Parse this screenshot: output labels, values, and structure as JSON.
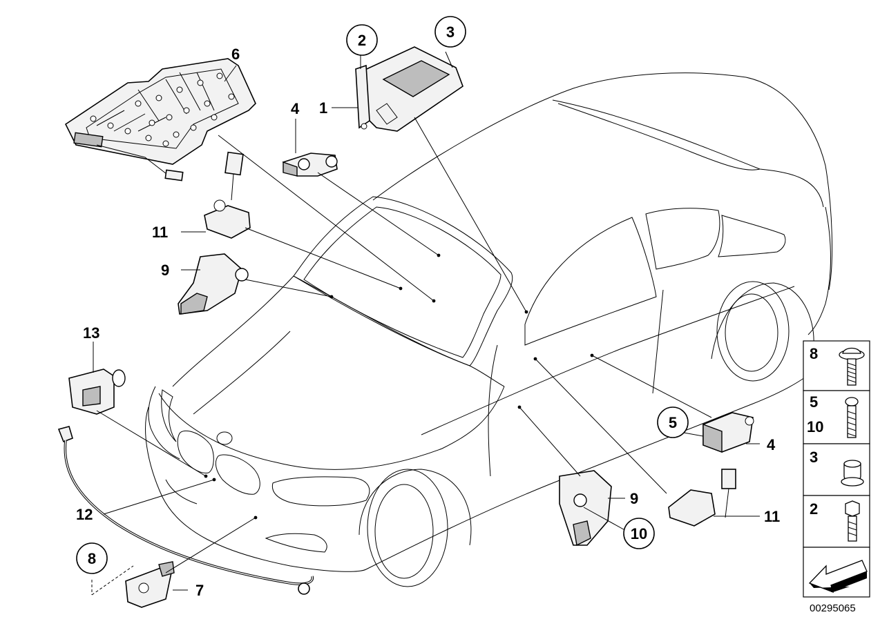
{
  "callouts": {
    "c1": "1",
    "c2": "2",
    "c3": "3",
    "c4a": "4",
    "c4b": "4",
    "c5": "5",
    "c6": "6",
    "c7": "7",
    "c8": "8",
    "c9a": "9",
    "c9b": "9",
    "c10": "10",
    "c11a": "11",
    "c11b": "11",
    "c12": "12",
    "c13": "13"
  },
  "legend": {
    "row1": "8",
    "row2_a": "5",
    "row2_b": "10",
    "row3": "3",
    "row4": "2"
  },
  "diagram_code": "00295065"
}
